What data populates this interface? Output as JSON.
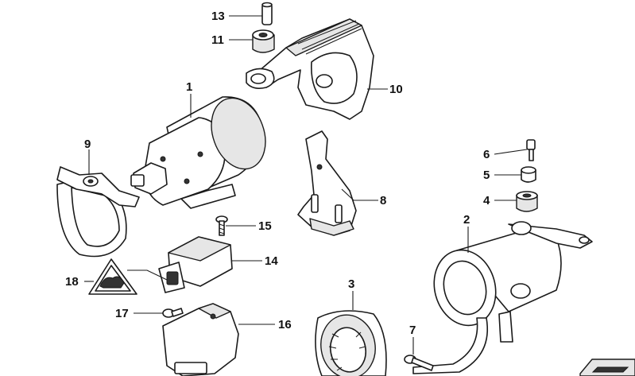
{
  "callouts": [
    {
      "id": "1",
      "label": "1"
    },
    {
      "id": "2",
      "label": "2"
    },
    {
      "id": "3",
      "label": "3"
    },
    {
      "id": "4",
      "label": "4"
    },
    {
      "id": "5",
      "label": "5"
    },
    {
      "id": "6",
      "label": "6"
    },
    {
      "id": "7",
      "label": "7"
    },
    {
      "id": "8",
      "label": "8"
    },
    {
      "id": "9",
      "label": "9"
    },
    {
      "id": "10",
      "label": "10"
    },
    {
      "id": "11",
      "label": "11"
    },
    {
      "id": "13",
      "label": "13"
    },
    {
      "id": "14",
      "label": "14"
    },
    {
      "id": "15",
      "label": "15"
    },
    {
      "id": "16",
      "label": "16"
    },
    {
      "id": "17",
      "label": "17"
    },
    {
      "id": "18",
      "label": "18"
    }
  ]
}
